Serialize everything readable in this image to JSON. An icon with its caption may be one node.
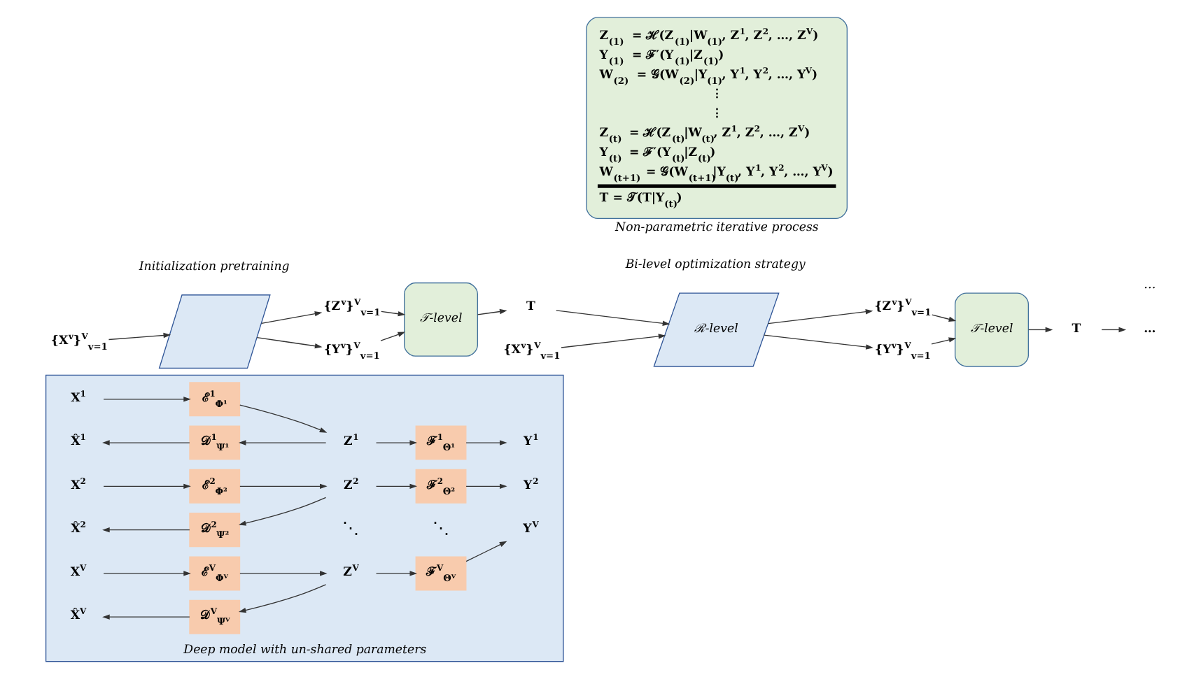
{
  "diagram": {
    "nodes": [
      {
        "text": [
          "Deep model with un-shared parameters"
        ]
      },
      {
        "text": [
          "X$^{1}$"
        ],
        "in": 0
      },
      {
        "text": [
          "ℰ$^{1}$$_{Φ¹}$"
        ],
        "in": 0
      },
      {
        "text": [
          "Z$^{1}$"
        ],
        "in": 0
      },
      {
        "text": [
          "ℱ$^{1}$$_{Θ¹}$"
        ],
        "in": 0
      },
      {
        "text": [
          "Y$^{1}$"
        ],
        "in": 0
      },
      {
        "text": [
          "X̂$^{1}$"
        ],
        "in": 0
      },
      {
        "text": [
          "𝒟$^{1}$$_{Ψ¹}$"
        ],
        "in": 0
      },
      {
        "text": [
          "X$^{2}$"
        ],
        "in": 0
      },
      {
        "text": [
          "ℰ$^{2}$$_{Φ²}$"
        ],
        "in": 0
      },
      {
        "text": [
          "Z$^{2}$"
        ],
        "in": 0
      },
      {
        "text": [
          "ℱ$^{2}$$_{Θ²}$"
        ],
        "in": 0
      },
      {
        "text": [
          "Y$^{2}$"
        ],
        "in": 0
      },
      {
        "text": [
          "X̂$^{2}$"
        ],
        "in": 0
      },
      {
        "text": [
          "𝒟$^{2}$$_{Ψ²}$"
        ],
        "in": 0
      },
      {
        "text": [
          "X$^{V}$"
        ],
        "in": 0
      },
      {
        "text": [
          "ℰ$^{V}$$_{Φⱽ}$"
        ],
        "in": 0
      },
      {
        "text": [
          "Z$^{V}$"
        ],
        "in": 0
      },
      {
        "text": [
          "ℱ$^{V}$$_{Θⱽ}$"
        ],
        "in": 0
      },
      {
        "text": [
          "Y$^{V}$"
        ],
        "in": 0
      },
      {
        "text": [
          "X̂$^{V}$"
        ],
        "in": 0
      },
      {
        "text": [
          "𝒟$^{V}$$_{Ψⱽ}$"
        ],
        "in": 0
      },
      {
        "text": [
          "Z$_{(1)}$ = ℋ(Z$_{(1)}$|W$_{(1)}$, Z$^{1}$, Z$^{2}$, …, Z$^{V}$)",
          "Y$_{(1)}$ = ℱ′(Y$_{(1)}$|Z$_{(1)}$)",
          "W$_{(2)}$ = 𝒢(W$_{(2)}$|Y$_{(1)}$, Y$^{1}$, Y$^{2}$, …, Y$^{V}$)",
          "⋮",
          "⋮",
          "Z$_{(t)}$ = ℋ(Z$_{(t)}$|W$_{(t)}$, Z$^{1}$, Z$^{2}$, …, Z$^{V}$)",
          "Y$_{(t)}$ = ℱ′(Y$_{(t)}$|Z$_{(t)}$)",
          "W$_{(t+1)}$ = 𝒢(W$_{(t+1)}$|Y$_{(t)}$, Y$^{1}$, Y$^{2}$, …, Y$^{V}$)",
          "T = 𝒯(T|Y$_{(t)}$)",
          "Non-parametric iterative process"
        ]
      },
      {
        "text": [
          "{X$^{v}$}$^{V}$$_{v=1}$"
        ]
      },
      {
        "text": [],
        "shape": "parallelogram"
      },
      {
        "text": [
          "{Z$^{v}$}$^{V}$$_{v=1}$"
        ]
      },
      {
        "text": [
          "{Y$^{v}$}$^{V}$$_{v=1}$"
        ]
      },
      {
        "text": [
          "𝒯-level"
        ]
      },
      {
        "text": [
          "T"
        ]
      },
      {
        "text": [
          "{X$^{v}$}$^{V}$$_{v=1}$"
        ]
      },
      {
        "text": [
          "ℛ-level"
        ]
      },
      {
        "text": [
          "{Z$^{v}$}$^{V}$$_{v=1}$"
        ]
      },
      {
        "text": [
          "{Y$^{v}$}$^{V}$$_{v=1}$"
        ]
      },
      {
        "text": [
          "𝒯-level"
        ]
      },
      {
        "text": [
          "T"
        ]
      },
      {
        "text": [
          "…"
        ]
      }
    ],
    "edges": [
      {
        "from": 1,
        "to": 2,
        "arrow": "to"
      },
      {
        "from": 2,
        "to": 3,
        "arrow": "to"
      },
      {
        "from": 3,
        "to": 4,
        "arrow": "to"
      },
      {
        "from": 4,
        "to": 5,
        "arrow": "to"
      },
      {
        "from": 3,
        "to": 7,
        "arrow": "to"
      },
      {
        "from": 7,
        "to": 6,
        "arrow": "to"
      },
      {
        "from": 8,
        "to": 9,
        "arrow": "to"
      },
      {
        "from": 9,
        "to": 10,
        "arrow": "to"
      },
      {
        "from": 10,
        "to": 11,
        "arrow": "to"
      },
      {
        "from": 11,
        "to": 12,
        "arrow": "to"
      },
      {
        "from": 10,
        "to": 14,
        "arrow": "to"
      },
      {
        "from": 14,
        "to": 13,
        "arrow": "to"
      },
      {
        "from": 15,
        "to": 16,
        "arrow": "to"
      },
      {
        "from": 16,
        "to": 17,
        "arrow": "to"
      },
      {
        "from": 17,
        "to": 18,
        "arrow": "to"
      },
      {
        "from": 18,
        "to": 19,
        "arrow": "to"
      },
      {
        "from": 17,
        "to": 21,
        "arrow": "to"
      },
      {
        "from": 21,
        "to": 20,
        "arrow": "to"
      },
      {
        "from": 23,
        "to": 24,
        "arrow": "to"
      },
      {
        "from": 24,
        "to": 25,
        "arrow": "to"
      },
      {
        "from": 24,
        "to": 26,
        "arrow": "to"
      },
      {
        "from": 25,
        "to": 27,
        "arrow": "to"
      },
      {
        "from": 26,
        "to": 27,
        "arrow": "to"
      },
      {
        "from": 27,
        "to": 28,
        "arrow": "to"
      },
      {
        "from": 28,
        "to": 30,
        "arrow": "to"
      },
      {
        "from": 29,
        "to": 30,
        "arrow": "to"
      },
      {
        "from": 30,
        "to": 31,
        "arrow": "to"
      },
      {
        "from": 30,
        "to": 32,
        "arrow": "to"
      },
      {
        "from": 31,
        "to": 33,
        "arrow": "to"
      },
      {
        "from": 32,
        "to": 33,
        "arrow": "to"
      },
      {
        "from": 33,
        "to": 34,
        "arrow": "to"
      },
      {
        "from": 34,
        "to": 35,
        "arrow": "to"
      }
    ],
    "labels": [
      "⋱",
      "⋱",
      "…",
      "Initialization pretraining",
      "Bi-level optimization strategy"
    ]
  }
}
